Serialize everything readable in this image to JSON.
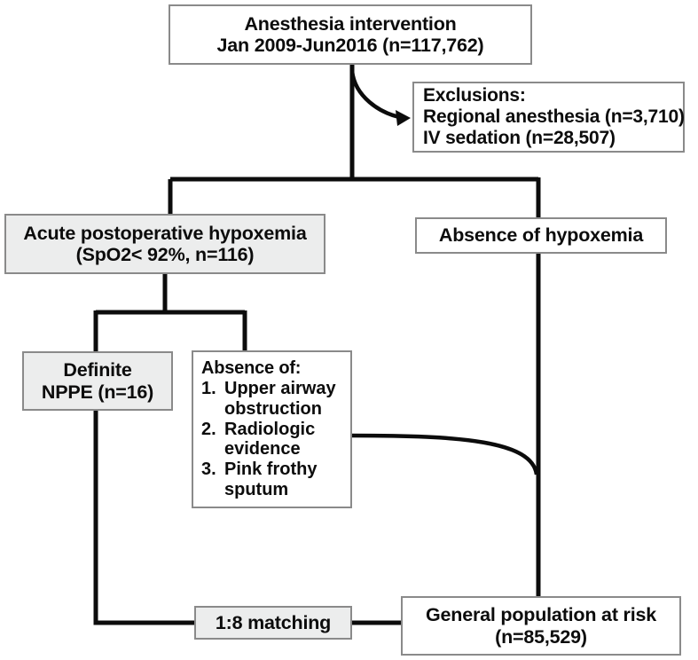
{
  "diagram": {
    "title": "Patient flow diagram for anesthesia intervention cohort",
    "stroke_color": "#0c0c0c",
    "box_border_color": "#8a8a8a",
    "shaded_fill": "#eceded",
    "plain_fill": "#ffffff"
  },
  "nodes": {
    "anesthesia": {
      "name": "Anesthesia intervention",
      "line1": "Anesthesia intervention",
      "line2": "Jan 2009-Jun2016 (n=117,762)",
      "fill": "white"
    },
    "exclusions": {
      "line1": "Exclusions:",
      "line2": "Regional anesthesia (n=3,710)",
      "line3": "IV sedation (n=28,507)",
      "fill": "white"
    },
    "hypoxemia": {
      "line1": "Acute postoperative hypoxemia",
      "line2": "(SpO2< 92%, n=116)",
      "fill": "shaded"
    },
    "absence_hypoxemia": {
      "line1": "Absence of hypoxemia",
      "fill": "white"
    },
    "nppe": {
      "line1": "Definite",
      "line2": "NPPE (n=16)",
      "fill": "shaded"
    },
    "absence_of": {
      "heading": "Absence of:",
      "items": [
        {
          "num": "1.",
          "text": "Upper airway\nobstruction"
        },
        {
          "num": "2.",
          "text": "Radiologic\nevidence"
        },
        {
          "num": "3.",
          "text": "Pink frothy\nsputum"
        }
      ],
      "fill": "white"
    },
    "matching": {
      "line1": "1:8 matching",
      "fill": "shaded"
    },
    "general_pop": {
      "line1": "General population at risk",
      "line2": "(n=85,529)",
      "fill": "white"
    }
  }
}
